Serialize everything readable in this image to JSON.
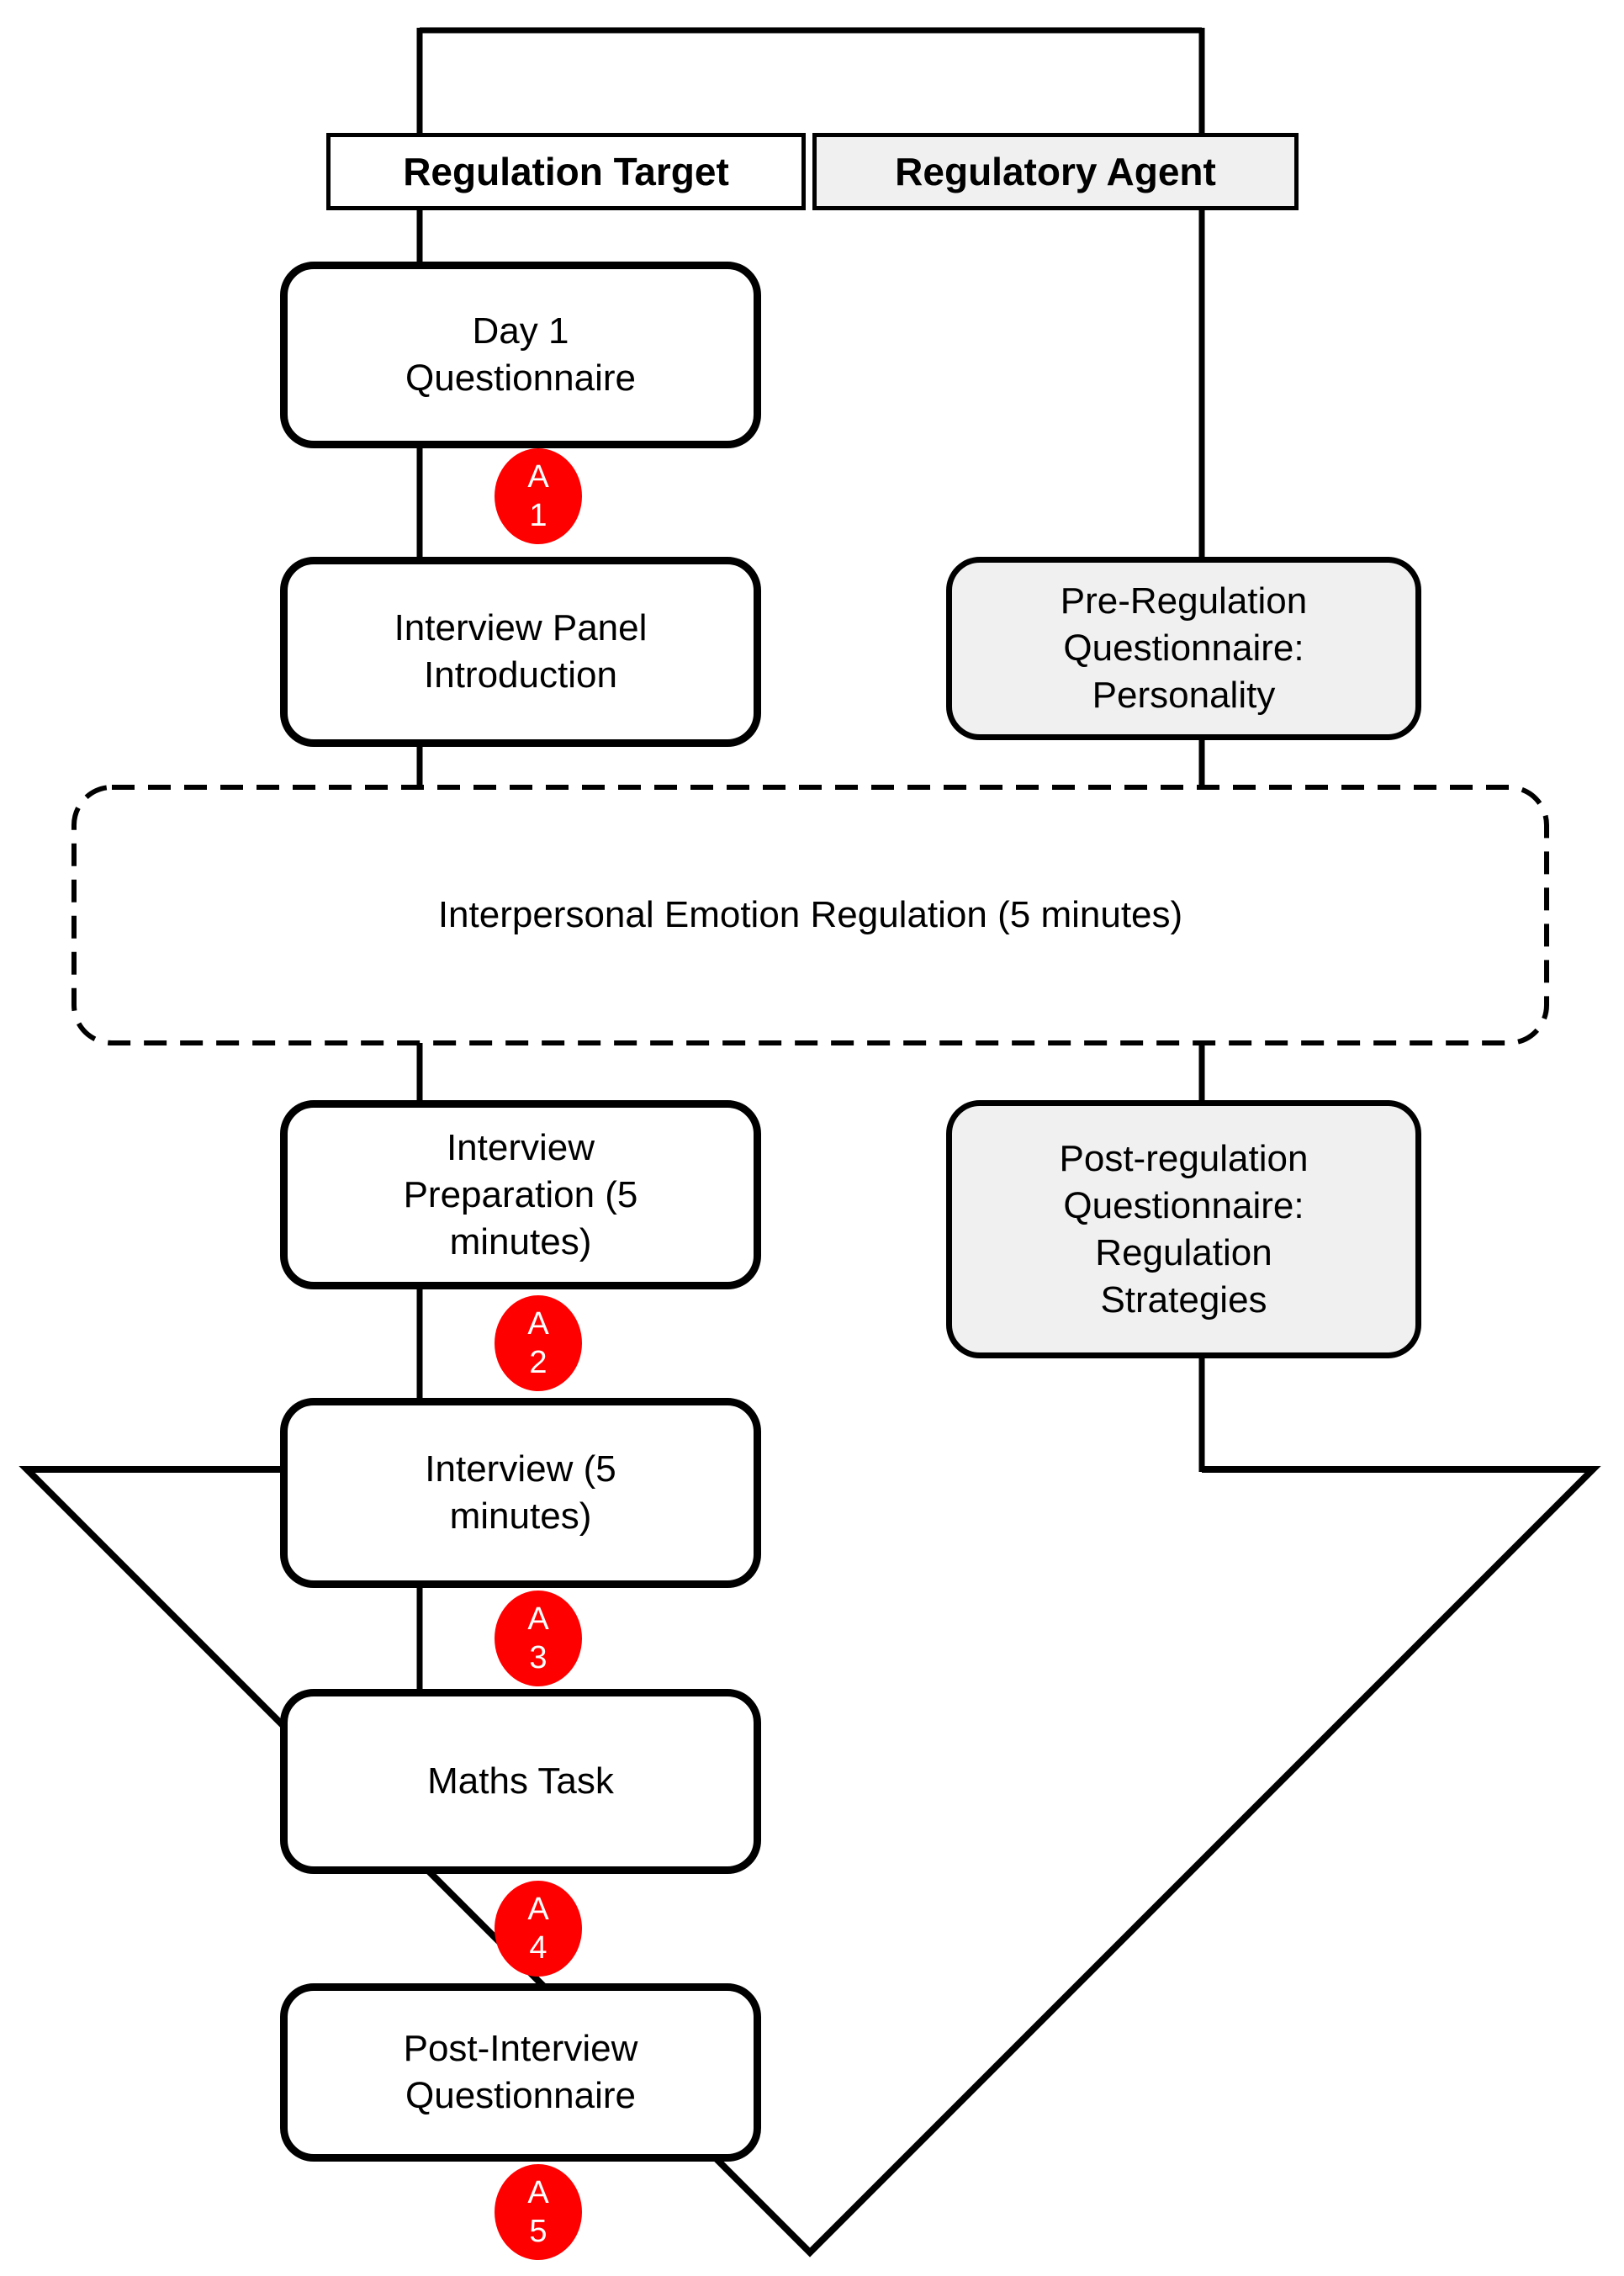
{
  "header": {
    "left": "Regulation Target",
    "right": "Regulatory Agent"
  },
  "boxes": {
    "day1": "Day 1\nQuestionnaire",
    "interview_panel": "Interview Panel\nIntroduction",
    "pre_regulation": "Pre-Regulation\nQuestionnaire:\nPersonality",
    "emotion_regulation": "Interpersonal Emotion Regulation (5 minutes)",
    "interview_prep": "Interview\nPreparation (5\nminutes)",
    "post_regulation": "Post-regulation\nQuestionnaire:\nRegulation\nStrategies",
    "interview": "Interview (5\nminutes)",
    "maths": "Maths Task",
    "post_interview": "Post-Interview\nQuestionnaire"
  },
  "annotations": [
    {
      "letter": "A",
      "number": "1"
    },
    {
      "letter": "A",
      "number": "2"
    },
    {
      "letter": "A",
      "number": "3"
    },
    {
      "letter": "A",
      "number": "4"
    },
    {
      "letter": "A",
      "number": "5"
    }
  ],
  "colors": {
    "annotation_red": "#ff0000",
    "agent_fill": "#f0f0f0",
    "line": "#000000"
  }
}
